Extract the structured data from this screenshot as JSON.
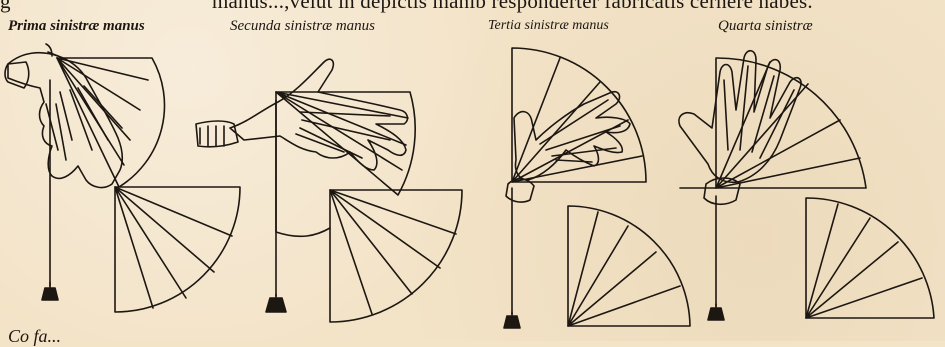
{
  "top_line": {
    "prefix": "g",
    "text": "manus...,velut in depictis manib responderter fabricatis cernere habes."
  },
  "captions": [
    "Prima sinistræ manus",
    "Secunda sinistræ manus",
    "Tertia sinistræ manus",
    "Quarta sinistræ"
  ],
  "bottom_text": "Co fa...",
  "figures": [
    {
      "id": "figure-1",
      "hand": "left hand, fingers spread across quadrant",
      "plumb_bob": true
    },
    {
      "id": "figure-2",
      "hand": "left hand, sleeve cuff, fingers extended right",
      "plumb_bob": true
    },
    {
      "id": "figure-3",
      "hand": "left hand, thumb raised, fingers pointing up-right",
      "plumb_bob": true
    },
    {
      "id": "figure-4",
      "hand": "left hand, palm open, fingers upward",
      "plumb_bob": true
    }
  ],
  "colors": {
    "paper": "#f3e3c7",
    "ink": "#1d1712"
  }
}
